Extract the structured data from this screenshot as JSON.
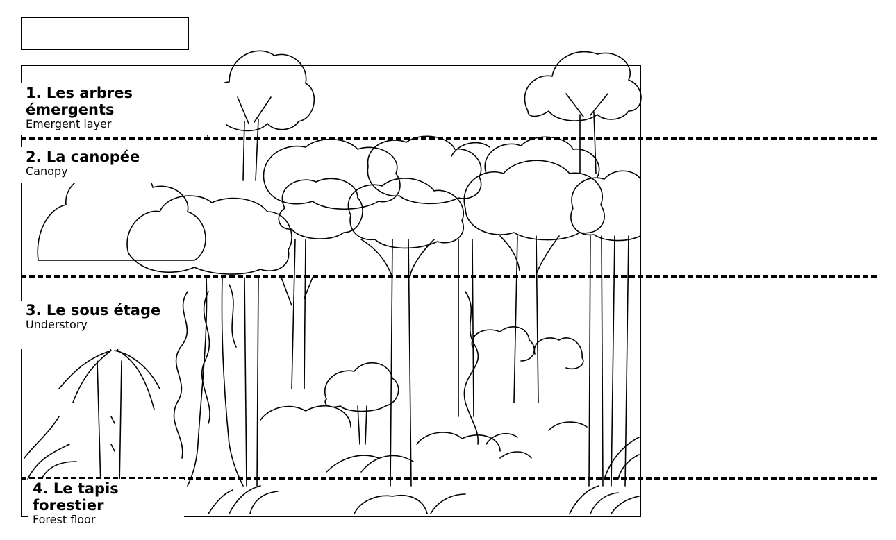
{
  "layers": [
    {
      "title": "1. Les arbres émergents",
      "subtitle": "Emergent layer"
    },
    {
      "title": "2. La canopée",
      "subtitle": "Canopy"
    },
    {
      "title": "3. Le sous étage",
      "subtitle": "Understory"
    },
    {
      "title": "4. Le tapis forestier",
      "subtitle": "Forest floor"
    }
  ],
  "colors": {
    "ink": "#000000",
    "paper": "#ffffff"
  }
}
